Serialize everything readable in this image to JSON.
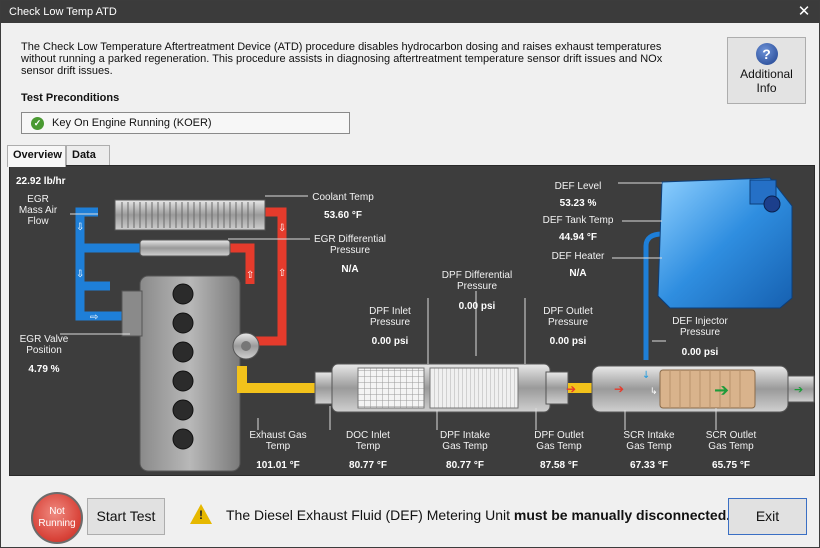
{
  "window": {
    "title": "Check Low Temp ATD",
    "close_glyph": "✕"
  },
  "description": "The Check Low Temperature Aftertreatment Device (ATD) procedure disables hydrocarbon dosing and raises exhaust temperatures without running a parked regeneration. This procedure assists in diagnosing aftertreatment temperature sensor drift issues and NOx sensor drift issues.",
  "preconditions": {
    "title": "Test Preconditions",
    "items": [
      {
        "label": "Key On Engine Running (KOER)",
        "icon": "check-circle-icon",
        "status_color": "#4a9a32"
      }
    ]
  },
  "info_button": {
    "line1": "Additional",
    "line2": "Info",
    "icon": "question-icon"
  },
  "tabs": [
    {
      "label": "Overview",
      "active": true
    },
    {
      "label": "Data",
      "active": false
    }
  ],
  "diagram": {
    "mass_air_flow_value": "22.92 lb/hr",
    "egr_mass_air_flow": {
      "line1": "EGR",
      "line2": "Mass Air",
      "line3": "Flow"
    },
    "coolant_temp": {
      "label": "Coolant Temp",
      "value": "53.60 °F"
    },
    "egr_diff_pressure": {
      "line1": "EGR Differential",
      "line2": "Pressure",
      "value": "N/A"
    },
    "egr_valve_position": {
      "line1": "EGR Valve",
      "line2": "Position",
      "value": "4.79 %"
    },
    "dpf_diff_pressure": {
      "line1": "DPF Differential",
      "line2": "Pressure",
      "value": "0.00 psi"
    },
    "dpf_inlet_pressure": {
      "line1": "DPF Inlet",
      "line2": "Pressure",
      "value": "0.00 psi"
    },
    "dpf_outlet_pressure": {
      "line1": "DPF Outlet",
      "line2": "Pressure",
      "value": "0.00 psi"
    },
    "def_level": {
      "label": "DEF Level",
      "value": "53.23 %"
    },
    "def_tank_temp": {
      "label": "DEF Tank Temp",
      "value": "44.94 °F"
    },
    "def_heater": {
      "label": "DEF Heater",
      "value": "N/A"
    },
    "def_injector_pressure": {
      "line1": "DEF Injector",
      "line2": "Pressure",
      "value": "0.00 psi"
    },
    "exhaust_gas_temp": {
      "line1": "Exhaust Gas",
      "line2": "Temp",
      "value": "101.01 °F"
    },
    "doc_inlet_temp": {
      "line1": "DOC Inlet",
      "line2": "Temp",
      "value": "80.77 °F"
    },
    "dpf_intake_gas_temp": {
      "line1": "DPF Intake",
      "line2": "Gas Temp",
      "value": "80.77 °F"
    },
    "dpf_outlet_gas_temp": {
      "line1": "DPF Outlet",
      "line2": "Gas Temp",
      "value": "87.58 °F"
    },
    "scr_intake_gas_temp": {
      "line1": "SCR Intake",
      "line2": "Gas Temp",
      "value": "67.33 °F"
    },
    "scr_outlet_gas_temp": {
      "line1": "SCR Outlet",
      "line2": "Gas Temp",
      "value": "65.75 °F"
    },
    "colors": {
      "cold_pipe": "#1e7fd8",
      "hot_pipe": "#e53b2c",
      "exhaust_pipe": "#f2c21b",
      "def_tank": "#2f8ee0"
    }
  },
  "footer": {
    "status_line1": "Not",
    "status_line2": "Running",
    "status_color": "#d9443a",
    "start_button": "Start Test",
    "warning_icon": "warning-triangle-icon",
    "warning_prefix": "The Diesel Exhaust Fluid (DEF) Metering Unit ",
    "warning_bold": "must be manually disconnected.",
    "exit_button": "Exit"
  }
}
